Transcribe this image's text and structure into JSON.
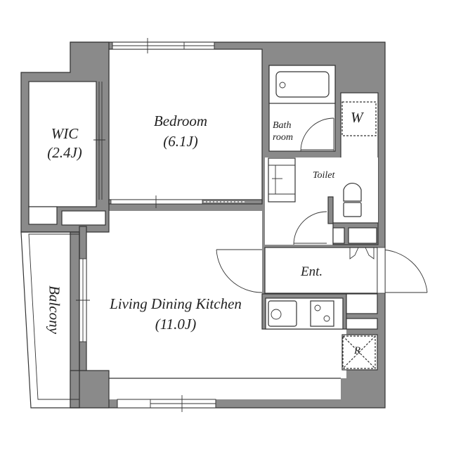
{
  "rooms": {
    "wic": {
      "name": "WIC",
      "area": "(2.4J)"
    },
    "bedroom": {
      "name": "Bedroom",
      "area": "(6.1J)"
    },
    "bathroom": {
      "name_line1": "Bath",
      "name_line2": "room"
    },
    "washer": {
      "label": "W"
    },
    "toilet": {
      "name": "Toilet"
    },
    "entrance": {
      "name": "Ent."
    },
    "ldk": {
      "name": "Living Dining Kitchen",
      "area": "(11.0J)"
    },
    "balcony": {
      "name": "Balcony"
    },
    "refrigerator": {
      "label": "R"
    }
  },
  "colors": {
    "wall_fill": "#8a8a8a",
    "line": "#333333",
    "background": "#ffffff"
  }
}
